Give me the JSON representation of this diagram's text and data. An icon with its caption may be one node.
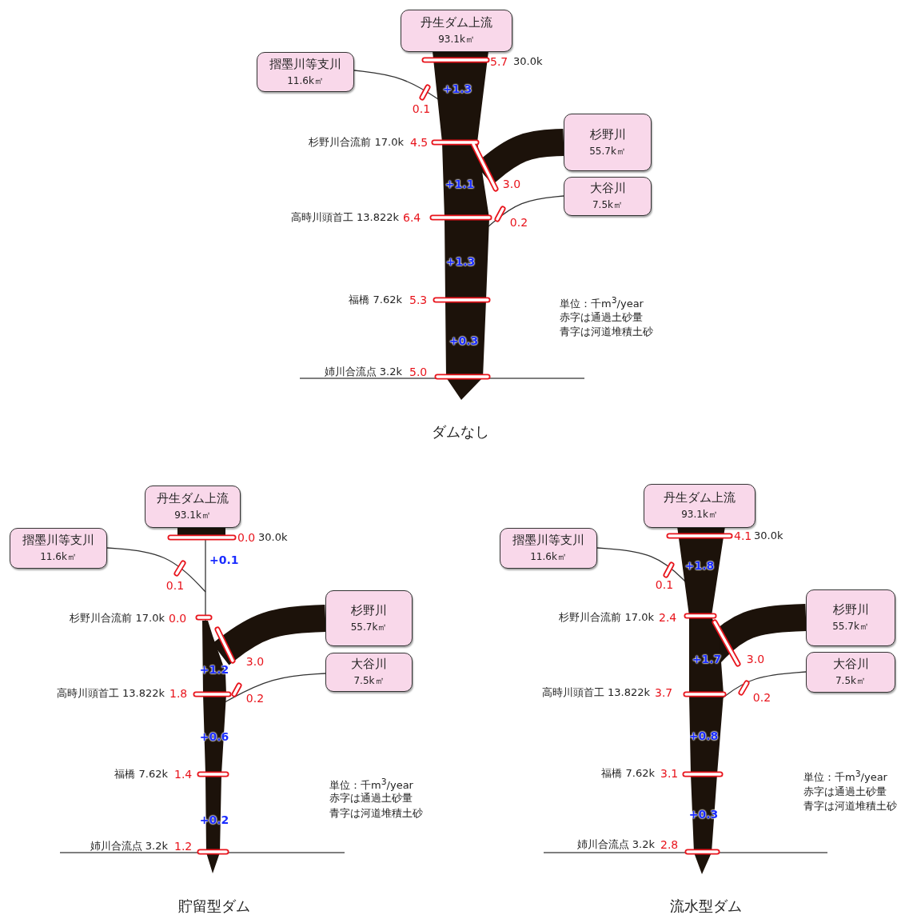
{
  "diagram": {
    "nodes": [
      {
        "text": [
          "丹生ダム上流",
          "93.1k㎡"
        ]
      },
      {
        "text": [
          "摺墨川等支川",
          "11.6k㎡"
        ]
      },
      {
        "text": [],
        "shape": "band"
      },
      {
        "text": [
          "杉野川",
          "55.7k㎡"
        ]
      },
      {
        "text": [
          "大谷川",
          "7.5k㎡"
        ]
      },
      {
        "text": [
          "丹生ダム上流",
          "93.1k㎡"
        ]
      },
      {
        "text": [
          "摺墨川等支川",
          "11.6k㎡"
        ]
      },
      {
        "text": [],
        "shape": "band"
      },
      {
        "text": [
          "杉野川",
          "55.7k㎡"
        ]
      },
      {
        "text": [
          "大谷川",
          "7.5k㎡"
        ]
      },
      {
        "text": [
          "丹生ダム上流",
          "93.1k㎡"
        ]
      },
      {
        "text": [
          "摺墨川等支川",
          "11.6k㎡"
        ]
      },
      {
        "text": [],
        "shape": "band"
      },
      {
        "text": [
          "杉野川",
          "55.7k㎡"
        ]
      },
      {
        "text": [
          "大谷川",
          "7.5k㎡"
        ]
      }
    ],
    "edges": [
      {
        "from": 1,
        "to": 2,
        "arrow": "none"
      },
      {
        "from": 3,
        "to": 2,
        "arrow": "none",
        "style": "thick"
      },
      {
        "from": 4,
        "to": 2,
        "arrow": "none"
      },
      {
        "from": 6,
        "to": 7,
        "arrow": "none"
      },
      {
        "from": 8,
        "to": 7,
        "arrow": "none",
        "style": "thick"
      },
      {
        "from": 9,
        "to": 7,
        "arrow": "none"
      },
      {
        "from": 11,
        "to": 12,
        "arrow": "none"
      },
      {
        "from": 13,
        "to": 12,
        "arrow": "none",
        "style": "thick"
      },
      {
        "from": 14,
        "to": 12,
        "arrow": "none"
      }
    ],
    "labels": [
      "5.7",
      "30.0k",
      "+1.3",
      "0.1",
      "杉野川合流前 17.0k",
      "4.5",
      "+1.1",
      "3.0",
      "高時川頭首工 13.822k",
      "6.4",
      "0.2",
      "+1.3",
      "福橋 7.62k",
      "5.3",
      "単位：千m$^{3}$/year",
      "赤字は通過土砂量",
      "青字は河道堆積土砂",
      "+0.3",
      "姉川合流点 3.2k",
      "5.0",
      "ダムなし",
      "0.0",
      "30.0k",
      "+0.1",
      "0.1",
      "杉野川合流前 17.0k",
      "0.0",
      "3.0",
      "+1.2",
      "高時川頭首工 13.822k",
      "1.8",
      "0.2",
      "+0.6",
      "福橋 7.62k",
      "1.4",
      "単位：千m$^{3}$/year",
      "赤字は通過土砂量",
      "青字は河道堆積土砂",
      "+0.2",
      "姉川合流点 3.2k",
      "1.2",
      "貯留型ダム",
      "4.1",
      "30.0k",
      "+1.8",
      "0.1",
      "杉野川合流前 17.0k",
      "2.4",
      "+1.7",
      "3.0",
      "高時川頭首工 13.822k",
      "3.7",
      "0.2",
      "+0.8",
      "福橋 7.62k",
      "3.1",
      "単位：千m$^{3}$/year",
      "赤字は通過土砂量",
      "青字は河道堆積土砂",
      "+0.3",
      "姉川合流点 3.2k",
      "2.8",
      "流水型ダム"
    ]
  }
}
